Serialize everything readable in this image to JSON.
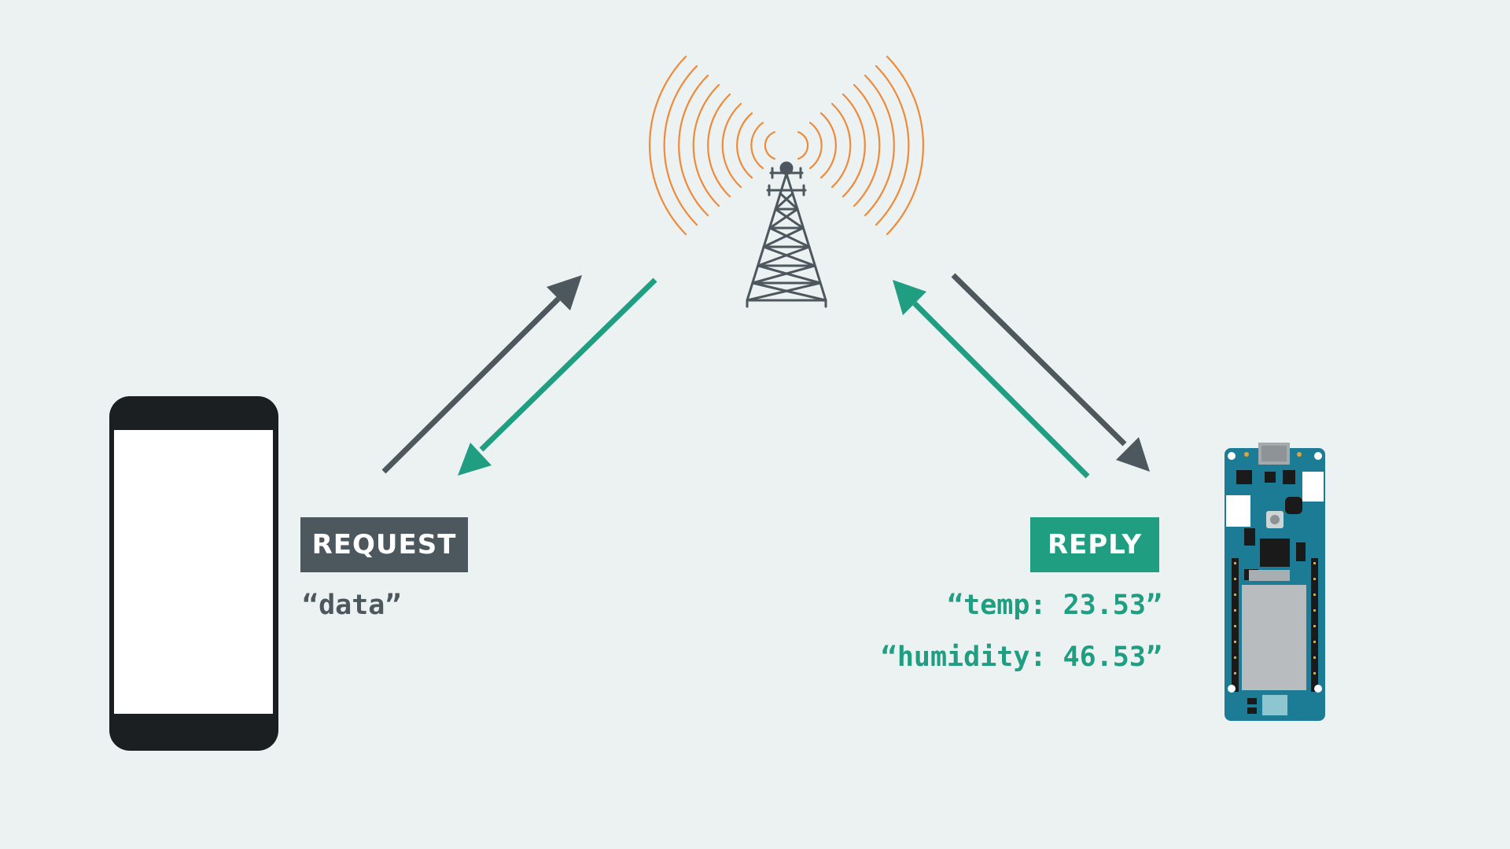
{
  "request": {
    "label": "REQUEST",
    "payload": "“data”",
    "color": "#4c575e"
  },
  "reply": {
    "label": "REPLY",
    "payloads": [
      "“temp: 23.53”",
      "“humidity: 46.53”"
    ],
    "color": "#1f9e82"
  },
  "colors": {
    "background": "#ecf1f1",
    "signal_waves": "#ed8b3a",
    "tower": "#4c575e",
    "phone_body": "#1b1f21",
    "board": "#1c7c96"
  },
  "icons": {
    "phone": "smartphone-icon",
    "tower": "cell-tower-icon",
    "board": "microcontroller-board-icon"
  }
}
